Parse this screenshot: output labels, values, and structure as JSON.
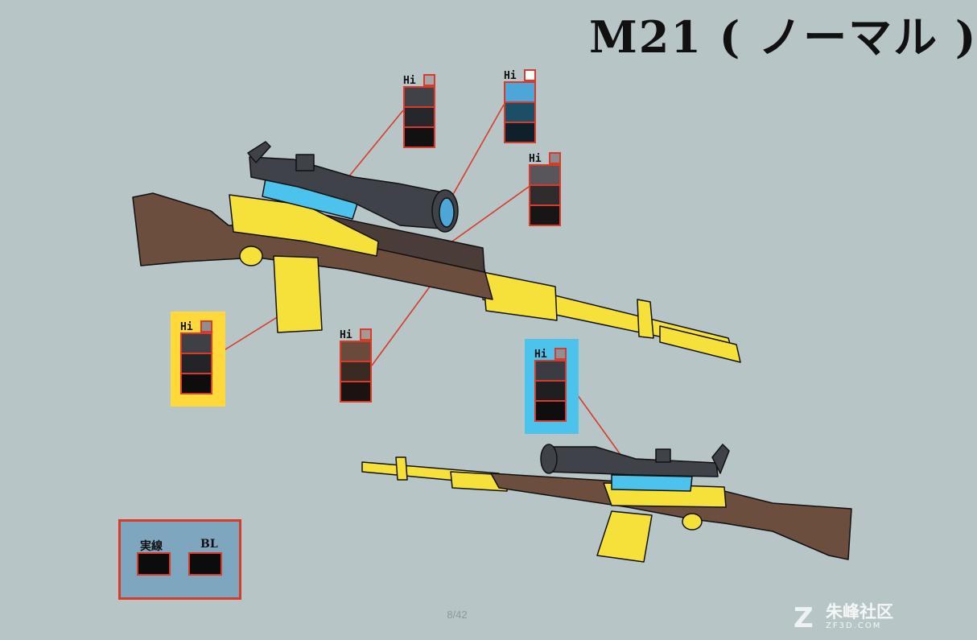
{
  "title": "M21 ( ノーマル )",
  "colors": {
    "background": "#b7c5c7",
    "outline": "#d93a2a",
    "yellow_part": "#f6e13a",
    "stock_brown": "#6b4e3e",
    "scope_gray": "#3f4349",
    "mount_blue": "#4bc3ec"
  },
  "swatch_groups": [
    {
      "name": "scope",
      "hi_label": "Hi",
      "hi_color": "#a6a7ab",
      "colors": [
        "#414248",
        "#26272a",
        "#111111"
      ],
      "highlight_bg": ""
    },
    {
      "name": "lens",
      "hi_label": "Hi",
      "hi_color": "#ffffff",
      "colors": [
        "#4ea6d8",
        "#1c4f66",
        "#10202b"
      ],
      "highlight_bg": ""
    },
    {
      "name": "handguard",
      "hi_label": "Hi",
      "hi_color": "#8a8a8f",
      "colors": [
        "#58555b",
        "#2f2c2e",
        "#171515"
      ],
      "highlight_bg": ""
    },
    {
      "name": "metal",
      "hi_label": "Hi",
      "hi_color": "#8d8f93",
      "colors": [
        "#3f4045",
        "#232427",
        "#0d0d0d"
      ],
      "highlight_bg": "#ffd93a"
    },
    {
      "name": "stock",
      "hi_label": "Hi",
      "hi_color": "#a49a94",
      "colors": [
        "#6a4b3b",
        "#3a2a22",
        "#1b1311"
      ],
      "highlight_bg": ""
    },
    {
      "name": "mount",
      "hi_label": "Hi",
      "hi_color": "#8e9096",
      "colors": [
        "#3b3c42",
        "#1f1f22",
        "#0e0e0e"
      ],
      "highlight_bg": "#4bc3ec"
    }
  ],
  "legend": {
    "line_label": "実線",
    "bl_label": "BL"
  },
  "page_indicator": "8/42",
  "watermark": {
    "main": "朱峰社区",
    "sub": "ZF3D.COM"
  }
}
